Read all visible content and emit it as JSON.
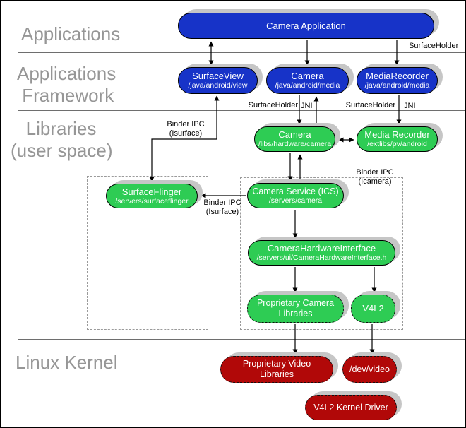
{
  "colors": {
    "node_blue": "#1733c8",
    "node_green": "#2ecc54",
    "node_red": "#b10808",
    "shadow_gray": "#c6c6c6",
    "layer_label_gray": "#969696"
  },
  "layers": {
    "applications": "Applications",
    "framework": "Applications\n Framework",
    "libraries": "   Libraries\n(user space)",
    "kernel": "Linux Kernel"
  },
  "boxes": {
    "camera_application": {
      "title": "Camera Application"
    },
    "surface_view": {
      "title": "SurfaceView",
      "path": "/java/android/view"
    },
    "camera_java": {
      "title": "Camera",
      "path": "/java/android/media"
    },
    "media_recorder_java": {
      "title": "MediaRecorder",
      "path": "/java/android/media"
    },
    "camera_lib": {
      "title": "Camera",
      "path": "/libs/hardware/camera"
    },
    "media_recorder_lib": {
      "title": "Media Recorder",
      "path": "/extlibs/pv/android"
    },
    "surface_flinger": {
      "title": "SurfaceFlinger",
      "path": "/servers/surfaceflinger"
    },
    "camera_service": {
      "title": "Camera Service (ICS)",
      "path": "/servers/camera"
    },
    "camera_hardware_interface": {
      "title": "CameraHardwareInterface",
      "path": "/servers/ui/CameraHardwareInterface.h"
    },
    "proprietary_camera_libraries": {
      "title": "Proprietary Camera Libraries"
    },
    "v4l2": {
      "title": "V4L2"
    },
    "proprietary_video_libraries": {
      "title": "Proprietary Video Libraries"
    },
    "dev_video": {
      "title": "/dev/video"
    },
    "v4l2_kernel_driver": {
      "title": "V4L2 Kernel Driver"
    }
  },
  "edge_labels": {
    "surface_holder_top": "SurfaceHolder",
    "surface_holder_camera": "SurfaceHolder",
    "jni_camera": "JNI",
    "surface_holder_recorder": "SurfaceHolder",
    "jni_recorder": "JNI",
    "binder_isurface_top": "Binder IPC\n(Isurface)",
    "binder_icamera": "Binder IPC\n(Icamera)",
    "binder_isurface_mid": "Binder IPC\n(Isurface)"
  }
}
